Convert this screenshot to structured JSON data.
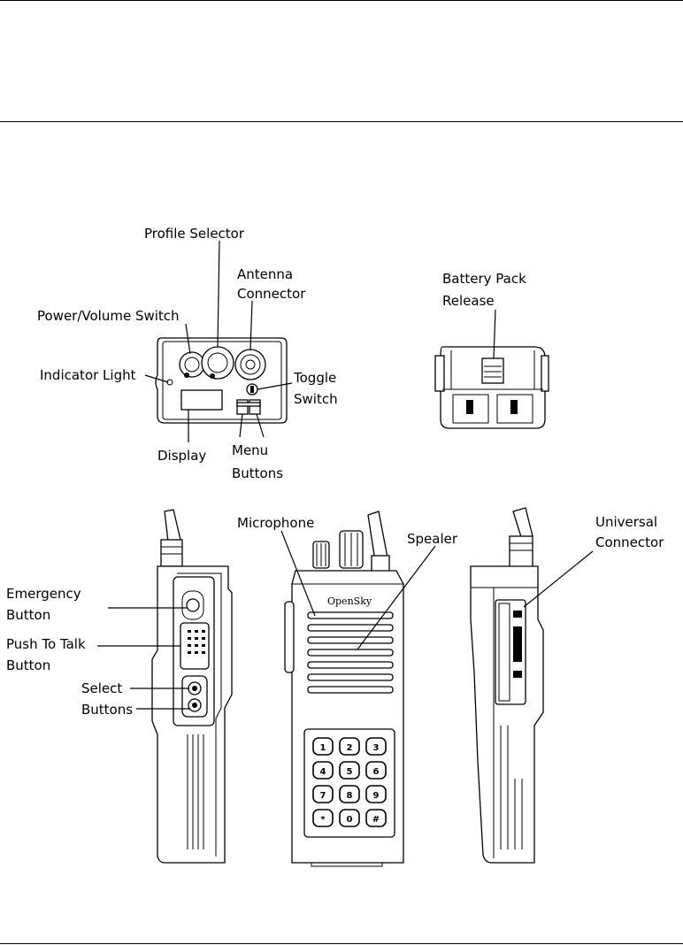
{
  "labels": {
    "profile_selector": "Profile Selector",
    "antenna_connector": [
      "Antenna",
      "Connector"
    ],
    "power_volume_switch": "Power/Volume Switch",
    "indicator_light": "Indicator Light",
    "toggle_switch": [
      "Toggle",
      "Switch"
    ],
    "display": "Display",
    "menu_buttons": [
      "Menu",
      "Buttons"
    ],
    "battery_pack_release": [
      "Battery Pack",
      "Release"
    ],
    "microphone": "Microphone",
    "speaker": "Spealer",
    "universal_connector": [
      "Universal",
      "Connector"
    ],
    "emergency_button": [
      "Emergency",
      "Button"
    ],
    "push_to_talk_button": [
      "Push To Talk",
      "Button"
    ],
    "select_buttons": [
      "Select",
      "Buttons"
    ]
  },
  "brand": "OpenSky",
  "keypad_keys": [
    [
      "1",
      "2",
      "3"
    ],
    [
      "4",
      "5",
      "6"
    ],
    [
      "7",
      "8",
      "9"
    ],
    [
      "*",
      "0",
      "#"
    ]
  ]
}
